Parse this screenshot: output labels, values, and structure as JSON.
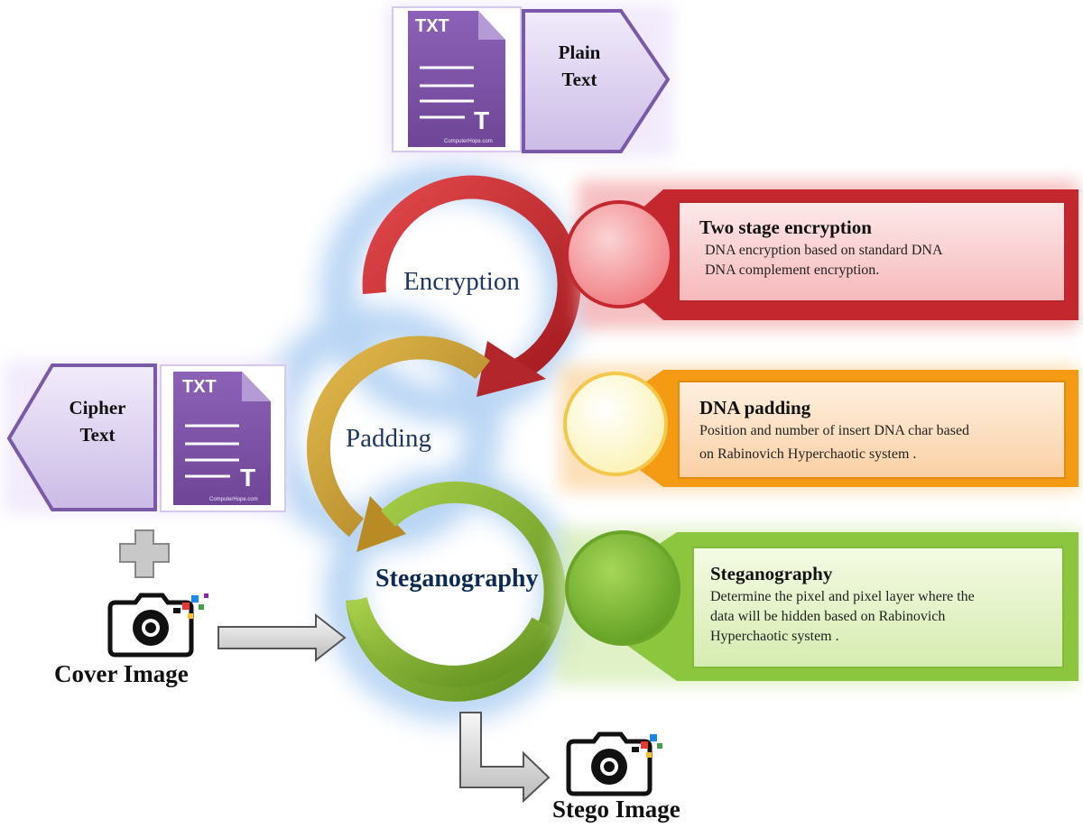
{
  "plain_text_icon": {
    "file_type": "TXT",
    "letter": "T",
    "credit": "ComputerHope.com"
  },
  "plain_text_arrow": {
    "line1": "Plain",
    "line2": "Text"
  },
  "cipher_text_icon": {
    "file_type": "TXT",
    "letter": "T",
    "credit": "ComputerHope.com"
  },
  "cipher_text_arrow": {
    "line1": "Cipher",
    "line2": "Text"
  },
  "stages": [
    {
      "label": "Encryption",
      "color": "#c0262b"
    },
    {
      "label": "Padding",
      "color": "#c9a030"
    },
    {
      "label": "Steganography",
      "color": "#7fae2c"
    }
  ],
  "boxes": [
    {
      "title": "Two stage encryption",
      "lines": [
        "DNA encryption based on standard DNA",
        "DNA complement encryption."
      ],
      "color": "#d9343a"
    },
    {
      "title": "DNA padding",
      "lines": [
        "Position and number of insert DNA char based",
        "on Rabinovich Hyperchaotic system ."
      ],
      "color": "#f39a12"
    },
    {
      "title": "Steganography",
      "lines": [
        "Determine the pixel and pixel layer where the",
        "data will be hidden based on Rabinovich",
        "Hyperchaotic system ."
      ],
      "color": "#8cc63f"
    }
  ],
  "cover_image": {
    "label": "Cover Image",
    "icon": "camera-icon"
  },
  "stego_image": {
    "label": "Stego Image",
    "icon": "camera-icon"
  },
  "plus_icon": "plus-icon"
}
